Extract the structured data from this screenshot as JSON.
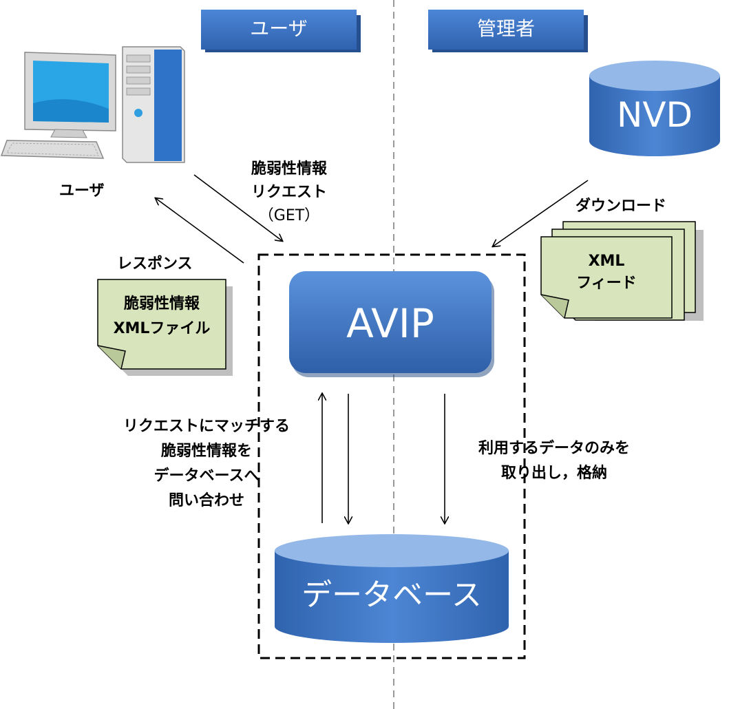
{
  "headers": {
    "user": "ユーザ",
    "admin": "管理者"
  },
  "nodes": {
    "user_pc": "ユーザ",
    "nvd": "NVD",
    "avip": "AVIP",
    "database": "データベース"
  },
  "documents": {
    "response_title": "レスポンス",
    "response_line1": "脆弱性情報",
    "response_line2": "XMLファイル",
    "download_title": "ダウンロード",
    "feed_line1": "XML",
    "feed_line2": "フィード"
  },
  "edge_labels": {
    "request_line1": "脆弱性情報",
    "request_line2": "リクエスト",
    "request_line3": "（GET）",
    "query_line1": "リクエストにマッチする",
    "query_line2": "脆弱性情報を",
    "query_line3": "データベースへ",
    "query_line4": "問い合わせ",
    "store_line1": "利用するデータのみを",
    "store_line2": "取り出し，格納"
  },
  "colors": {
    "banner_blue": "#3A72C4",
    "node_blue": "#3D78CB",
    "cylinder_top": "#94B9E9",
    "doc_green": "#D7E4BC"
  }
}
